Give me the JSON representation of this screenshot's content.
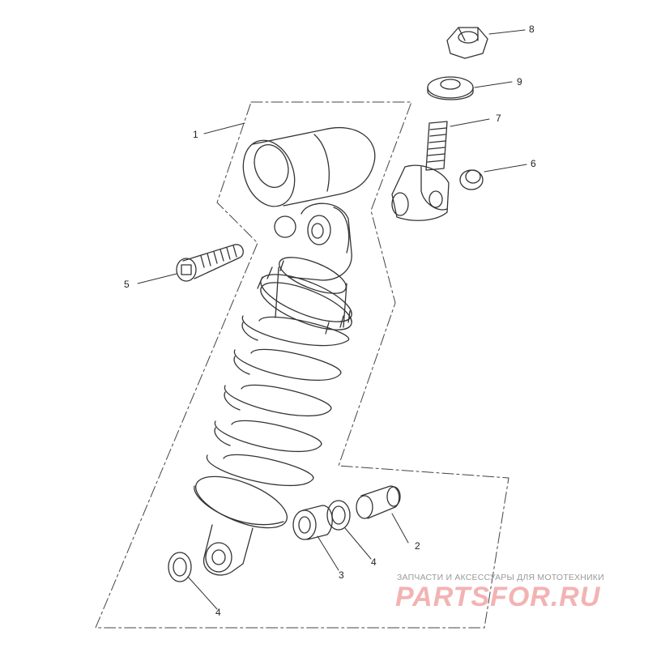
{
  "callouts": [
    {
      "number": "1"
    },
    {
      "number": "2"
    },
    {
      "number": "3"
    },
    {
      "number": "4"
    },
    {
      "number": "4"
    },
    {
      "number": "5"
    },
    {
      "number": "6"
    },
    {
      "number": "7"
    },
    {
      "number": "8"
    },
    {
      "number": "9"
    }
  ],
  "watermark": {
    "tagline": "ЗАПЧАСТИ И АКСЕССУАРЫ ДЛЯ МОТОТЕХНИКИ",
    "logo": "PARTSFOR.RU"
  },
  "colors": {
    "line": "#333333",
    "watermark_logo": "#f3b3b3",
    "watermark_text": "#9a9a9a"
  }
}
